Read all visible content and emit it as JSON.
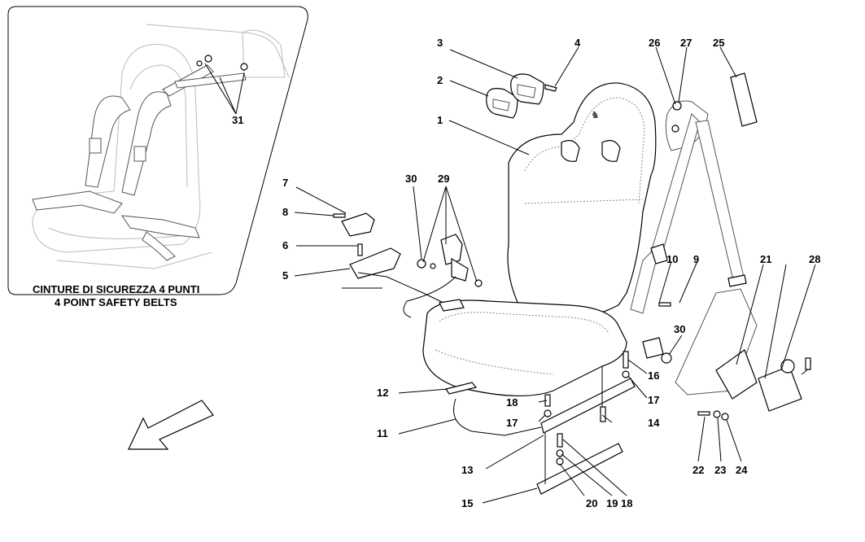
{
  "inset": {
    "caption_it": "CINTURE DI SICUREZZA 4 PUNTI",
    "caption_en": "4 POINT SAFETY BELTS"
  },
  "callouts": {
    "c1": "1",
    "c2": "2",
    "c3": "3",
    "c4": "4",
    "c5": "5",
    "c6": "6",
    "c7": "7",
    "c8": "8",
    "c9": "9",
    "c10": "10",
    "c11": "11",
    "c12": "12",
    "c13": "13",
    "c14": "14",
    "c15": "15",
    "c16": "16",
    "c17a": "17",
    "c17b": "17",
    "c18a": "18",
    "c18b": "18",
    "c19": "19",
    "c20": "20",
    "c21": "21",
    "c22": "22",
    "c23": "23",
    "c24": "24",
    "c25": "25",
    "c26": "26",
    "c27": "27",
    "c28": "28",
    "c29": "29",
    "c30a": "30",
    "c30b": "30",
    "c31": "31"
  }
}
